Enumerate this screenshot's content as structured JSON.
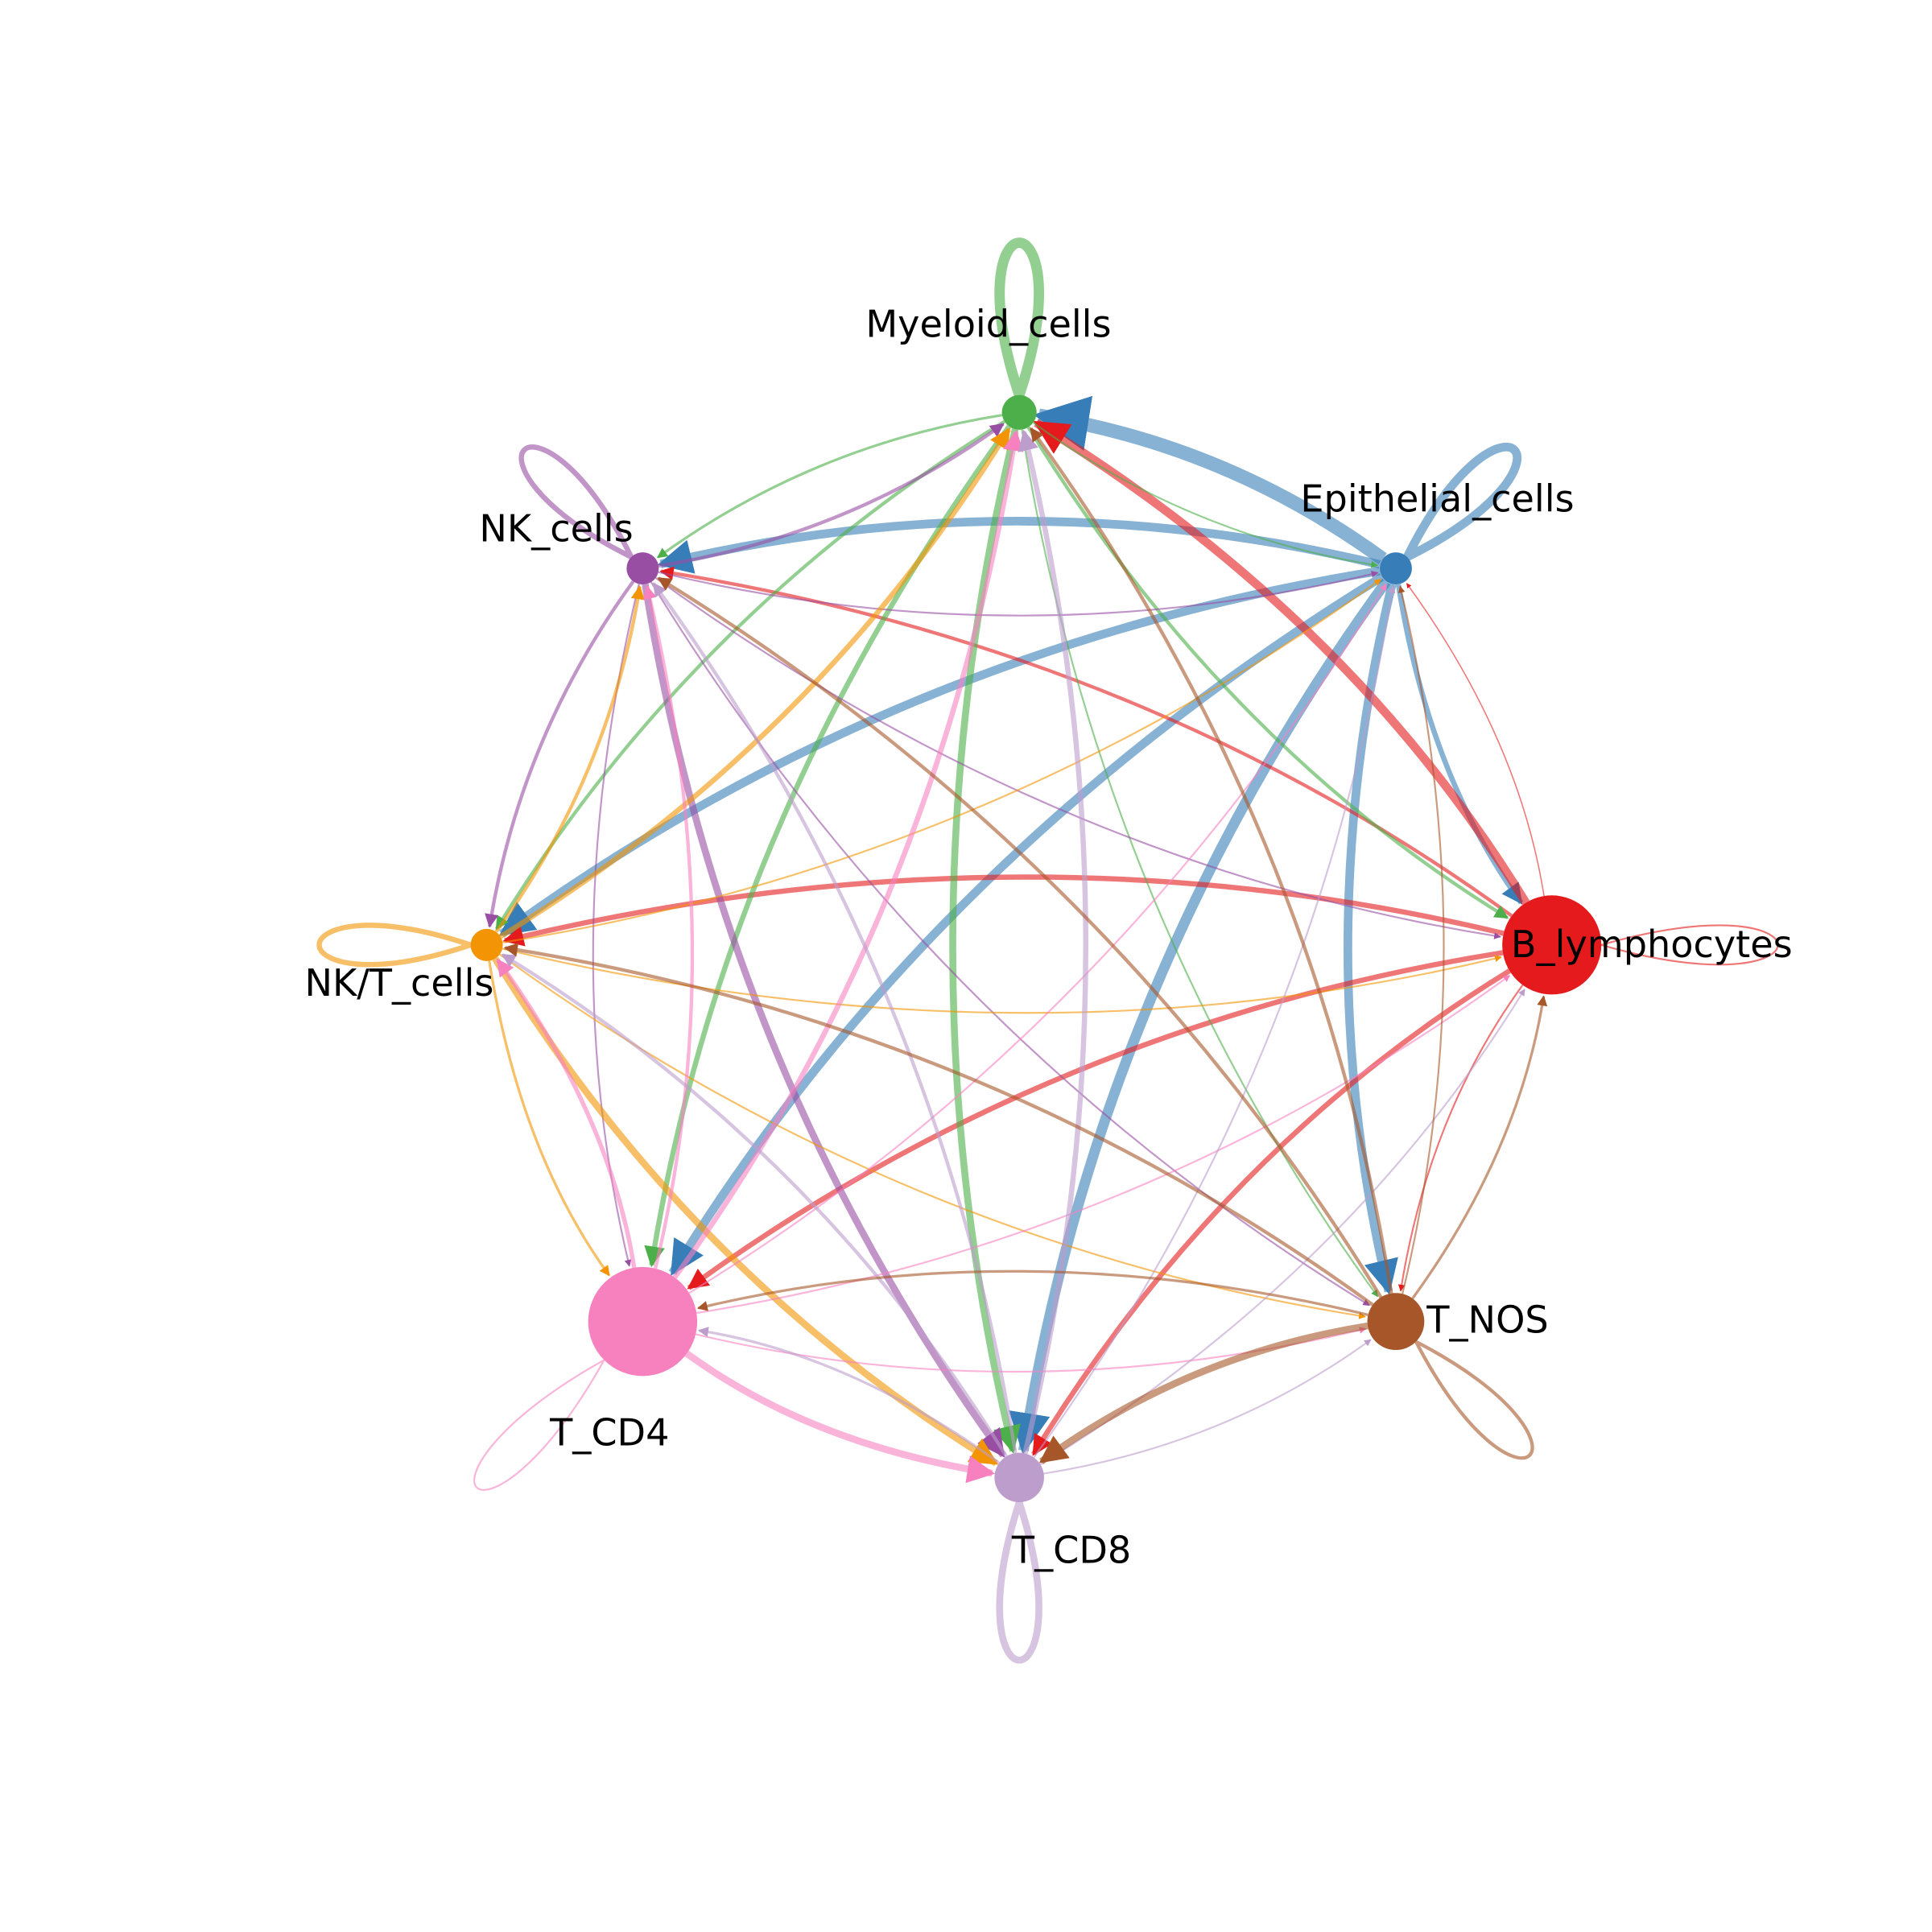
{
  "chart_data": {
    "type": "network-circle",
    "title": "",
    "nodes": [
      {
        "id": "B_lymphocytes",
        "label": "B_lymphocytes",
        "color": "#E41A1C",
        "size": 40
      },
      {
        "id": "Epithelial_cells",
        "label": "Epithelial_cells",
        "color": "#377EB8",
        "size": 13
      },
      {
        "id": "Myeloid_cells",
        "label": "Myeloid_cells",
        "color": "#4DAF4A",
        "size": 14
      },
      {
        "id": "NK_cells",
        "label": "NK_cells",
        "color": "#984EA3",
        "size": 13
      },
      {
        "id": "NK/T_cells",
        "label": "NK/T_cells",
        "color": "#F29403",
        "size": 13
      },
      {
        "id": "T_CD4",
        "label": "T_CD4",
        "color": "#F781BF",
        "size": 44
      },
      {
        "id": "T_CD8",
        "label": "T_CD8",
        "color": "#BC9DCC",
        "size": 20
      },
      {
        "id": "T_NOS",
        "label": "T_NOS",
        "color": "#A65628",
        "size": 23
      }
    ],
    "edges": [
      {
        "source": "Myeloid_cells",
        "target": "Myeloid_cells",
        "weight": 6
      },
      {
        "source": "Epithelial_cells",
        "target": "Epithelial_cells",
        "weight": 5
      },
      {
        "source": "B_lymphocytes",
        "target": "B_lymphocytes",
        "weight": 1
      },
      {
        "source": "NK_cells",
        "target": "NK_cells",
        "weight": 3
      },
      {
        "source": "NK/T_cells",
        "target": "NK/T_cells",
        "weight": 3
      },
      {
        "source": "T_CD4",
        "target": "T_CD4",
        "weight": 1
      },
      {
        "source": "T_CD8",
        "target": "T_CD8",
        "weight": 4
      },
      {
        "source": "T_NOS",
        "target": "T_NOS",
        "weight": 2
      },
      {
        "source": "Epithelial_cells",
        "target": "Myeloid_cells",
        "weight": 8
      },
      {
        "source": "Epithelial_cells",
        "target": "NK_cells",
        "weight": 5
      },
      {
        "source": "Epithelial_cells",
        "target": "NK/T_cells",
        "weight": 5
      },
      {
        "source": "Epithelial_cells",
        "target": "T_CD4",
        "weight": 5
      },
      {
        "source": "Epithelial_cells",
        "target": "T_CD8",
        "weight": 6
      },
      {
        "source": "Epithelial_cells",
        "target": "T_NOS",
        "weight": 5
      },
      {
        "source": "Epithelial_cells",
        "target": "B_lymphocytes",
        "weight": 3
      },
      {
        "source": "B_lymphocytes",
        "target": "Myeloid_cells",
        "weight": 5
      },
      {
        "source": "B_lymphocytes",
        "target": "NK_cells",
        "weight": 2
      },
      {
        "source": "B_lymphocytes",
        "target": "NK/T_cells",
        "weight": 3
      },
      {
        "source": "B_lymphocytes",
        "target": "T_CD4",
        "weight": 3
      },
      {
        "source": "B_lymphocytes",
        "target": "T_CD8",
        "weight": 3
      },
      {
        "source": "B_lymphocytes",
        "target": "T_NOS",
        "weight": 1
      },
      {
        "source": "B_lymphocytes",
        "target": "Epithelial_cells",
        "weight": 0.5
      },
      {
        "source": "Myeloid_cells",
        "target": "NK_cells",
        "weight": 1.5
      },
      {
        "source": "Myeloid_cells",
        "target": "Epithelial_cells",
        "weight": 1
      },
      {
        "source": "Myeloid_cells",
        "target": "B_lymphocytes",
        "weight": 2
      },
      {
        "source": "Myeloid_cells",
        "target": "NK/T_cells",
        "weight": 2
      },
      {
        "source": "Myeloid_cells",
        "target": "T_CD4",
        "weight": 3
      },
      {
        "source": "Myeloid_cells",
        "target": "T_CD8",
        "weight": 4
      },
      {
        "source": "Myeloid_cells",
        "target": "T_NOS",
        "weight": 1
      },
      {
        "source": "NK_cells",
        "target": "Myeloid_cells",
        "weight": 2
      },
      {
        "source": "NK_cells",
        "target": "Epithelial_cells",
        "weight": 1
      },
      {
        "source": "NK_cells",
        "target": "B_lymphocytes",
        "weight": 1
      },
      {
        "source": "NK_cells",
        "target": "NK/T_cells",
        "weight": 2
      },
      {
        "source": "NK_cells",
        "target": "T_CD4",
        "weight": 1
      },
      {
        "source": "NK_cells",
        "target": "T_CD8",
        "weight": 4
      },
      {
        "source": "NK_cells",
        "target": "T_NOS",
        "weight": 1
      },
      {
        "source": "NK/T_cells",
        "target": "NK_cells",
        "weight": 2
      },
      {
        "source": "NK/T_cells",
        "target": "Myeloid_cells",
        "weight": 3
      },
      {
        "source": "NK/T_cells",
        "target": "Epithelial_cells",
        "weight": 1
      },
      {
        "source": "NK/T_cells",
        "target": "B_lymphocytes",
        "weight": 1
      },
      {
        "source": "NK/T_cells",
        "target": "T_CD4",
        "weight": 1.5
      },
      {
        "source": "NK/T_cells",
        "target": "T_CD8",
        "weight": 4
      },
      {
        "source": "NK/T_cells",
        "target": "T_NOS",
        "weight": 1
      },
      {
        "source": "T_CD4",
        "target": "NK_cells",
        "weight": 2
      },
      {
        "source": "T_CD4",
        "target": "Myeloid_cells",
        "weight": 3
      },
      {
        "source": "T_CD4",
        "target": "NK/T_cells",
        "weight": 2.5
      },
      {
        "source": "T_CD4",
        "target": "Epithelial_cells",
        "weight": 1
      },
      {
        "source": "T_CD4",
        "target": "B_lymphocytes",
        "weight": 1
      },
      {
        "source": "T_CD4",
        "target": "T_CD8",
        "weight": 4
      },
      {
        "source": "T_CD4",
        "target": "T_NOS",
        "weight": 1
      },
      {
        "source": "T_CD8",
        "target": "Myeloid_cells",
        "weight": 3
      },
      {
        "source": "T_CD8",
        "target": "NK_cells",
        "weight": 2
      },
      {
        "source": "T_CD8",
        "target": "NK/T_cells",
        "weight": 2
      },
      {
        "source": "T_CD8",
        "target": "T_CD4",
        "weight": 1.5
      },
      {
        "source": "T_CD8",
        "target": "Epithelial_cells",
        "weight": 1
      },
      {
        "source": "T_CD8",
        "target": "B_lymphocytes",
        "weight": 1
      },
      {
        "source": "T_CD8",
        "target": "T_NOS",
        "weight": 1
      },
      {
        "source": "T_NOS",
        "target": "Myeloid_cells",
        "weight": 2
      },
      {
        "source": "T_NOS",
        "target": "NK_cells",
        "weight": 2
      },
      {
        "source": "T_NOS",
        "target": "NK/T_cells",
        "weight": 2
      },
      {
        "source": "T_NOS",
        "target": "T_CD4",
        "weight": 1.5
      },
      {
        "source": "T_NOS",
        "target": "T_CD8",
        "weight": 4
      },
      {
        "source": "T_NOS",
        "target": "Epithelial_cells",
        "weight": 1
      },
      {
        "source": "T_NOS",
        "target": "B_lymphocytes",
        "weight": 1.5
      }
    ]
  }
}
